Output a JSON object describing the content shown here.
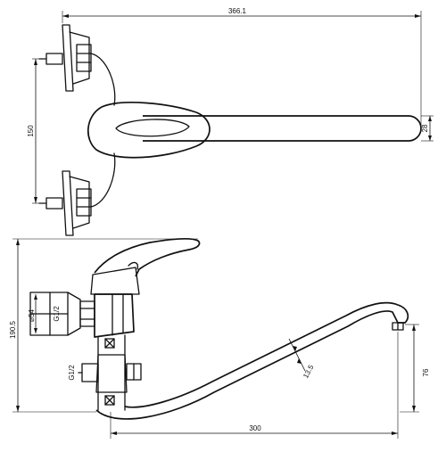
{
  "dimensions": {
    "total_width": "366.1",
    "inlet_spacing": "150",
    "handle_width": "28",
    "total_height": "190.5",
    "escutcheon_diameter": "⌀54",
    "inlet_thread_upper": "G1/2",
    "inlet_thread_lower": "G1/2",
    "spout_tube": "13.5",
    "spout_height": "76",
    "spout_reach": "300"
  }
}
